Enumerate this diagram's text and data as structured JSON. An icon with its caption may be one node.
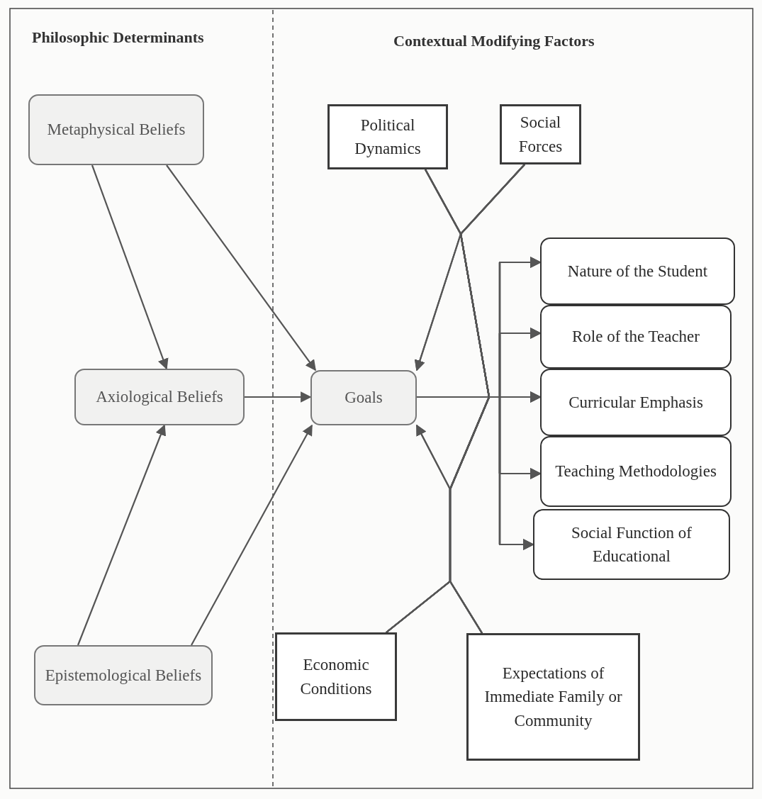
{
  "diagram": {
    "nodes": [
      {
        "text": [
          "Metaphysical Beliefs"
        ]
      },
      {
        "text": [
          "Axiological Beliefs"
        ]
      },
      {
        "text": [
          "Epistemological Beliefs"
        ]
      },
      {
        "text": [
          "Goals"
        ]
      },
      {
        "text": [
          "Political Dynamics"
        ]
      },
      {
        "text": [
          "Social Forces"
        ]
      },
      {
        "text": [
          "Nature of the Student"
        ]
      },
      {
        "text": [
          "Role of the Teacher"
        ]
      },
      {
        "text": [
          "Curricular Emphasis"
        ]
      },
      {
        "text": [
          "Teaching Methodologies"
        ]
      },
      {
        "text": [
          "Social Function of Educational"
        ]
      },
      {
        "text": [
          "Economic Conditions"
        ]
      },
      {
        "text": [
          "Expectations of Immediate Family or Community"
        ]
      }
    ],
    "edges": [
      {
        "from": 0,
        "to": 1,
        "arrow": "to"
      },
      {
        "from": 0,
        "to": 3,
        "arrow": "to"
      },
      {
        "from": 1,
        "to": 3,
        "arrow": "to"
      },
      {
        "from": 2,
        "to": 1,
        "arrow": "to"
      },
      {
        "from": 2,
        "to": 3,
        "arrow": "to"
      },
      {
        "from": 4,
        "to": 3,
        "arrow": "to"
      },
      {
        "from": 5,
        "to": 3,
        "arrow": "to"
      },
      {
        "from": 11,
        "to": 3,
        "arrow": "to"
      },
      {
        "from": 12,
        "to": 3,
        "arrow": "to"
      },
      {
        "from": 3,
        "to": 6,
        "arrow": "to"
      },
      {
        "from": 3,
        "to": 7,
        "arrow": "to"
      },
      {
        "from": 3,
        "to": 8,
        "arrow": "to"
      },
      {
        "from": 3,
        "to": 9,
        "arrow": "to"
      },
      {
        "from": 3,
        "to": 10,
        "arrow": "to"
      },
      {
        "from": 4,
        "to": 6,
        "arrow": "to"
      },
      {
        "from": 4,
        "to": 7,
        "arrow": "to"
      },
      {
        "from": 4,
        "to": 8,
        "arrow": "to"
      },
      {
        "from": 4,
        "to": 9,
        "arrow": "to"
      },
      {
        "from": 4,
        "to": 10,
        "arrow": "to"
      },
      {
        "from": 5,
        "to": 6,
        "arrow": "to"
      },
      {
        "from": 5,
        "to": 7,
        "arrow": "to"
      },
      {
        "from": 5,
        "to": 8,
        "arrow": "to"
      },
      {
        "from": 5,
        "to": 9,
        "arrow": "to"
      },
      {
        "from": 5,
        "to": 10,
        "arrow": "to"
      },
      {
        "from": 11,
        "to": 6,
        "arrow": "to"
      },
      {
        "from": 11,
        "to": 7,
        "arrow": "to"
      },
      {
        "from": 11,
        "to": 8,
        "arrow": "to"
      },
      {
        "from": 11,
        "to": 9,
        "arrow": "to"
      },
      {
        "from": 11,
        "to": 10,
        "arrow": "to"
      },
      {
        "from": 12,
        "to": 6,
        "arrow": "to"
      },
      {
        "from": 12,
        "to": 7,
        "arrow": "to"
      },
      {
        "from": 12,
        "to": 8,
        "arrow": "to"
      },
      {
        "from": 12,
        "to": 9,
        "arrow": "to"
      },
      {
        "from": 12,
        "to": 10,
        "arrow": "to"
      }
    ],
    "labels": [
      "Philosophic Determinants",
      "Contextual Modifying Factors"
    ]
  }
}
